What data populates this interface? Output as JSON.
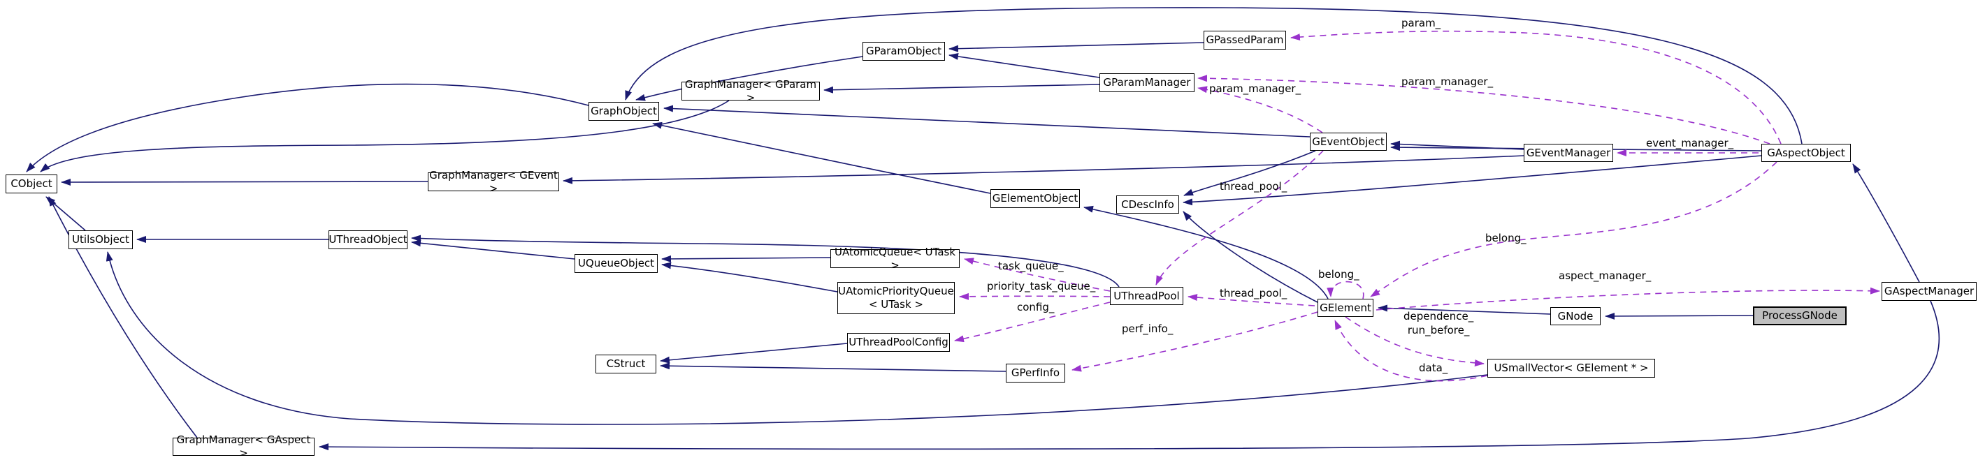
{
  "diagram": {
    "type": "class-collaboration-graph",
    "highlighted_node": "ProcessGNode",
    "nodes": {
      "cobject": "CObject",
      "utils_object": "UtilsObject",
      "uthread_object": "UThreadObject",
      "uqueue_object": "UQueueObject",
      "uatomic_queue": "UAtomicQueue< UTask >",
      "uatomic_priority_queue": "UAtomicPriorityQueue\n< UTask >",
      "uthread_pool_config": "UThreadPoolConfig",
      "cstruct": "CStruct",
      "gperf_info": "GPerfInfo",
      "graph_object": "GraphObject",
      "graph_manager_gparam": "GraphManager< GParam >",
      "gparam_object": "GParamObject",
      "gpassed_param": "GPassedParam",
      "gparam_manager": "GParamManager",
      "graph_manager_gevent": "GraphManager< GEvent >",
      "gelement_object": "GElementObject",
      "cdesc_info": "CDescInfo",
      "gevent_object": "GEventObject",
      "gevent_manager": "GEventManager",
      "gaspect_object": "GAspectObject",
      "uthread_pool": "UThreadPool",
      "gelement": "GElement",
      "gnode": "GNode",
      "process_gnode": "ProcessGNode",
      "gaspect_manager": "GAspectManager",
      "usmall_vector": "USmallVector< GElement * >",
      "graph_manager_gaspect": "GraphManager< GAspect >"
    },
    "edge_labels": {
      "param": "param_",
      "param_manager_a": "param_manager_",
      "param_manager_b": "param_manager_",
      "event_manager": "event_manager_",
      "thread_pool_a": "thread_pool_",
      "thread_pool_b": "thread_pool_",
      "task_queue": "task_queue_",
      "priority_task_queue": "priority_task_queue_",
      "config": "config_",
      "perf_info": "perf_info_",
      "belong_self": "belong_",
      "belong": "belong_",
      "aspect_manager": "aspect_manager_",
      "dependence_run_before": "dependence_\nrun_before_",
      "data": "data_"
    },
    "colors": {
      "inheritance_edge": "#191970",
      "usage_edge": "#9932cc",
      "node_fill": "#ffffff",
      "node_border": "#000000",
      "highlight_fill": "#bfbfbf",
      "label_color": "#000000"
    }
  }
}
